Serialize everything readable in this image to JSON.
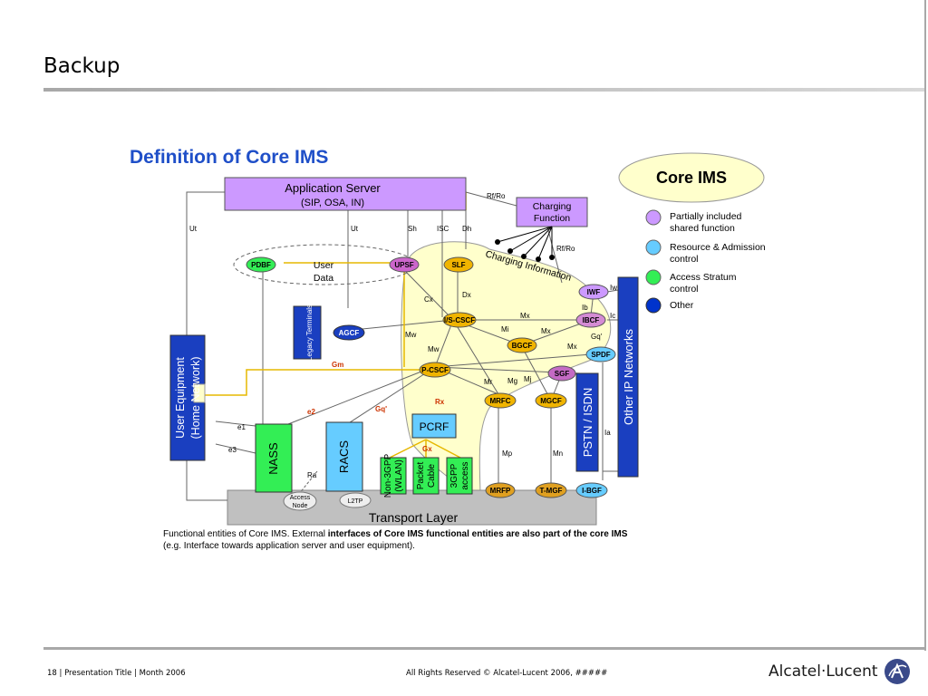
{
  "slide": {
    "title": "Backup",
    "footer_left": "18 | Presentation Title | Month 2006",
    "footer_center": "All Rights Reserved © Alcatel-Lucent 2006, #####",
    "logo_text": "Alcatel·Lucent",
    "logo_icon": "alcatel-lucent-logo-icon"
  },
  "colors": {
    "purple": "#cc99ff",
    "blue_light": "#66ccff",
    "green": "#66ff66",
    "dark_blue": "#0033cc",
    "orange_ellipse": "#ffcc00",
    "core_region": "#ffffcc",
    "transport": "#c0c0c0",
    "heading_blue": "#1f4fc8"
  },
  "diagram": {
    "heading": "Definition of Core IMS",
    "core_ims_badge": "Core IMS",
    "legend": [
      {
        "label1": "Partially included",
        "label2": "shared function",
        "color": "#cc99ff"
      },
      {
        "label1": "Resource & Admission",
        "label2": "control",
        "color": "#66ccff"
      },
      {
        "label1": "Access Stratum",
        "label2": "control",
        "color": "#33ee55"
      },
      {
        "label1": "Other",
        "label2": "",
        "color": "#0033cc"
      }
    ],
    "app_server": {
      "line1": "Application Server",
      "line2": "(SIP, OSA, IN)"
    },
    "charging": {
      "line1": "Charging",
      "line2": "Function"
    },
    "charging_info": "Charging Information",
    "user_data": {
      "line1": "User",
      "line2": "Data"
    },
    "transport_layer": "Transport Layer",
    "nodes": {
      "pdbf": "PDBF",
      "upsf": "UPSF",
      "slf": "SLF",
      "iwf": "IWF",
      "scscf": "I/S-CSCF",
      "ibcf": "IBCF",
      "agcf": "AGCF",
      "bgcf": "BGCF",
      "spdf": "SPDF",
      "pcscf": "P-CSCF",
      "sgf": "SGF",
      "mrfc": "MRFC",
      "mgcf": "MGCF",
      "pcrf": "PCRF",
      "mrfp": "MRFP",
      "tmgf": "T-MGF",
      "ibgf": "I-BGF",
      "access_node_1": "Access",
      "access_node_2": "Node",
      "l2tp": "L2TP"
    },
    "boxes": {
      "legacy_terminals": "Legacy Terminals",
      "user_equipment_1": "User Equipment",
      "user_equipment_2": "(Home Network)",
      "nass": "NASS",
      "racs": "RACS",
      "non3gpp_1": "Non-3GPP",
      "non3gpp_2": "(WLAN)",
      "packet_cable_1": "Packet",
      "packet_cable_2": "Cable",
      "gpp_access_1": "3GPP",
      "gpp_access_2": "access",
      "pstn": "PSTN / ISDN",
      "other_ip": "Other IP Networks"
    },
    "interfaces": {
      "ut1": "Ut",
      "ut2": "Ut",
      "sh": "Sh",
      "isc": "ISC",
      "dh": "Dh",
      "rfro1": "Rf/Ro",
      "rfro2": "Rf/Ro",
      "cx": "Cx",
      "dx": "Dx",
      "mx1": "Mx",
      "mi": "Mi",
      "mx2": "Mx",
      "mx3": "Mx",
      "mw1": "Mw",
      "mw2": "Mw",
      "gm": "Gm",
      "mr": "Mr",
      "mg": "Mg",
      "mj": "Mj",
      "ib": "Ib",
      "ic": "Ic",
      "iw": "Iw",
      "gq2": "Gq'",
      "rx": "Rx",
      "e2": "e2",
      "gq1": "Gq'",
      "e1": "e1",
      "e3": "e3",
      "ra": "Ra",
      "gx": "Gx",
      "mp": "Mp",
      "mn": "Mn",
      "ia": "Ia"
    },
    "caption_normal": "Functional entities of Core IMS. External ",
    "caption_bold": "interfaces of Core IMS functional entities are also part of the core IMS",
    "caption_line2": "(e.g. Interface towards application server and user equipment)."
  }
}
